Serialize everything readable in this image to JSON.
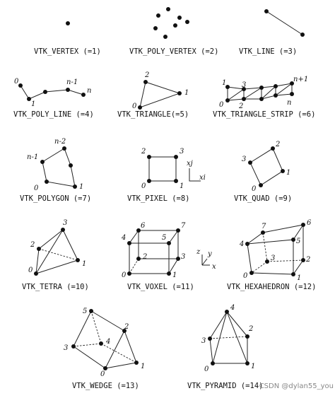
{
  "cells": [
    {
      "id": "vertex",
      "caption": "VTK_VERTEX (=1)",
      "labels": []
    },
    {
      "id": "poly-vertex",
      "caption": "VTK_POLY_VERTEX (=2)",
      "labels": []
    },
    {
      "id": "line",
      "caption": "VTK_LINE (=3)",
      "labels": []
    },
    {
      "id": "poly-line",
      "caption": "VTK_POLY_LINE (=4)",
      "labels": [
        "0",
        "1",
        "n-1",
        "n"
      ]
    },
    {
      "id": "triangle",
      "caption": "VTK_TRIANGLE(=5)",
      "labels": [
        "0",
        "1",
        "2"
      ]
    },
    {
      "id": "triangle-strip",
      "caption": "VTK_TRIANGLE_STRIP (=6)",
      "labels": [
        "1",
        "3",
        "n+1",
        "0",
        "2",
        "n"
      ]
    },
    {
      "id": "polygon",
      "caption": "VTK_POLYGON (=7)",
      "labels": [
        "n-2",
        "n-1",
        "0",
        "1"
      ]
    },
    {
      "id": "pixel",
      "caption": "VTK_PIXEL (=8)",
      "labels": [
        "2",
        "3",
        "0",
        "1",
        "xj",
        "xi"
      ]
    },
    {
      "id": "quad",
      "caption": "VTK_QUAD (=9)",
      "labels": [
        "2",
        "3",
        "1",
        "0"
      ]
    },
    {
      "id": "tetra",
      "caption": "VTK_TETRA (=10)",
      "labels": [
        "3",
        "2",
        "0",
        "1"
      ]
    },
    {
      "id": "voxel",
      "caption": "VTK_VOXEL (=11)",
      "labels": [
        "6",
        "7",
        "4",
        "5",
        "2",
        "3",
        "0",
        "1",
        "z",
        "y",
        "x"
      ]
    },
    {
      "id": "hexahedron",
      "caption": "VTK_HEXAHEDRON (=12)",
      "labels": [
        "7",
        "6",
        "4",
        "5",
        "3",
        "2",
        "0",
        "1"
      ]
    },
    {
      "id": "wedge",
      "caption": "VTK_WEDGE (=13)",
      "labels": [
        "5",
        "2",
        "3",
        "4",
        "0",
        "1"
      ]
    },
    {
      "id": "pyramid",
      "caption": "VTK_PYRAMID (=14)",
      "labels": [
        "4",
        "3",
        "2",
        "0",
        "1"
      ]
    }
  ],
  "watermark": "CSDN @dylan55_you"
}
